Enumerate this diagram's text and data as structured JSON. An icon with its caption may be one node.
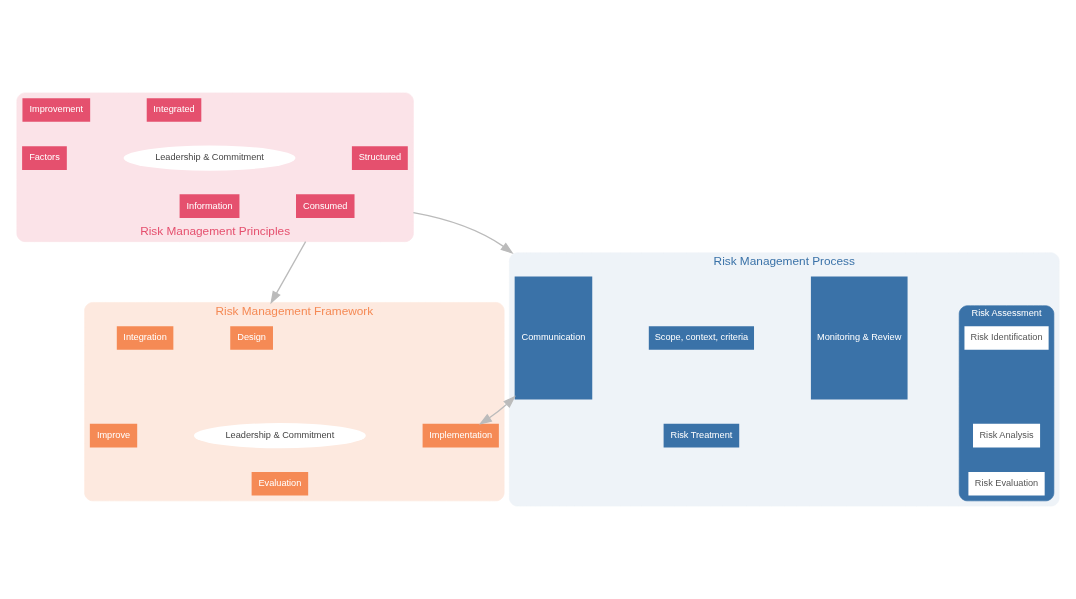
{
  "diagram": {
    "nodes": [
      {
        "text": [
          "Risk Management Principles"
        ]
      },
      {
        "text": [
          "Leadership & Commitment"
        ],
        "in": 0
      },
      {
        "text": [
          "Improvement"
        ],
        "in": 0
      },
      {
        "text": [
          "Integrated"
        ],
        "in": 0
      },
      {
        "text": [
          "Structured"
        ],
        "in": 0
      },
      {
        "text": [
          "Consumed"
        ],
        "in": 0
      },
      {
        "text": [
          "Information"
        ],
        "in": 0
      },
      {
        "text": [
          "Factors"
        ],
        "in": 0
      },
      {
        "text": [
          "Risk Management Framework"
        ]
      },
      {
        "text": [
          "Leadership & Commitment"
        ],
        "in": 8
      },
      {
        "text": [
          "Integration"
        ],
        "in": 8
      },
      {
        "text": [
          "Design"
        ],
        "in": 8
      },
      {
        "text": [
          "Implementation"
        ],
        "in": 8
      },
      {
        "text": [
          "Evaluation"
        ],
        "in": 8
      },
      {
        "text": [
          "Improve"
        ],
        "in": 8
      },
      {
        "text": [
          "Risk Management Process"
        ]
      },
      {
        "text": [
          "Communication"
        ],
        "in": 15
      },
      {
        "text": [
          "Scope, context, criteria"
        ],
        "in": 15
      },
      {
        "text": [
          "Risk Assessment"
        ],
        "in": 15
      },
      {
        "text": [
          "Risk Identification"
        ],
        "in": 18
      },
      {
        "text": [
          "Risk Analysis"
        ],
        "in": 18
      },
      {
        "text": [
          "Risk Evaluation"
        ],
        "in": 18
      },
      {
        "text": [
          "Risk Treatment"
        ],
        "in": 15
      },
      {
        "text": [
          "Monitoring & Review"
        ],
        "in": 15
      }
    ],
    "edges": [
      {
        "from": 0,
        "to": 8,
        "arrow": "to"
      },
      {
        "from": 0,
        "to": 15,
        "arrow": "to"
      },
      {
        "from": 8,
        "to": 15,
        "arrow": "both"
      }
    ]
  }
}
